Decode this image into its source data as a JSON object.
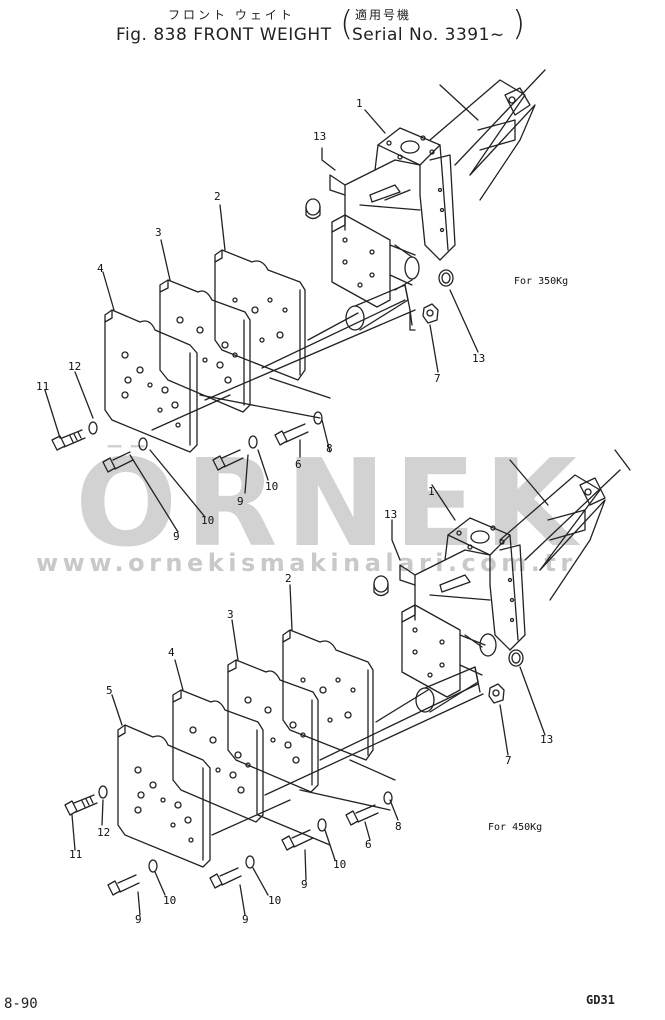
{
  "header": {
    "jp_title": "フロント ウェイト",
    "jp_note": "適用号機",
    "title": "Fig. 838 FRONT WEIGHT",
    "serial": "Serial No. 3391~"
  },
  "notes": {
    "top": "For 350Kg",
    "bottom": "For 450Kg"
  },
  "callouts_top": [
    "1",
    "13",
    "2",
    "3",
    "4",
    "12",
    "11",
    "9",
    "10",
    "10",
    "9",
    "6",
    "8",
    "7",
    "13"
  ],
  "callouts_bottom": [
    "1",
    "13",
    "2",
    "3",
    "4",
    "5",
    "11",
    "12",
    "9",
    "10",
    "9",
    "10",
    "10",
    "9",
    "6",
    "8",
    "7",
    "13"
  ],
  "footer": {
    "page": "8-90",
    "code": "GD31"
  },
  "watermark": {
    "brand": "ÖRNEK",
    "url": "www.ornekismakinalari.com.tr",
    "color": "#d2d2d2"
  }
}
